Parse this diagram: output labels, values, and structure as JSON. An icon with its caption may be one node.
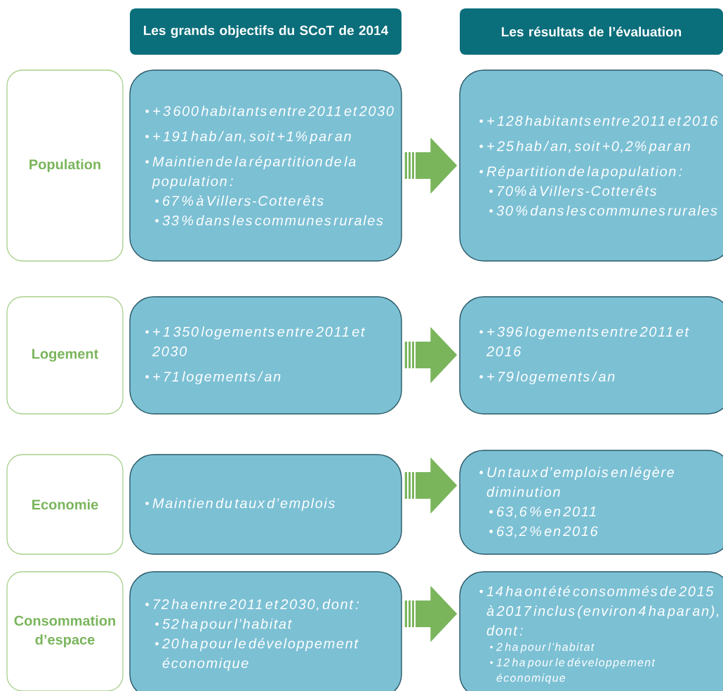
{
  "diagram": {
    "nodes": [
      {
        "text": [
          "Les grands objectifs du SCoT de 2014"
        ]
      },
      {
        "text": [
          "Les résultats de l’évaluation"
        ]
      },
      {
        "text": [
          "Population"
        ]
      },
      {
        "text": [
          "+ 3 600 habitants entre 2011 et 2030",
          "+ 191 hab / an, soit +1% par an",
          "Maintien de la répartition de la population :",
          "67 % à Villers-Cotterêts",
          "33 % dans les communes rurales"
        ]
      },
      {
        "text": [
          "+ 128 habitants entre 2011 et 2016",
          "+ 25 hab / an, soit +0,2% par an",
          "Répartition de la population :",
          "70% à Villers-Cotterêts",
          "30 % dans les communes rurales"
        ]
      },
      {
        "text": [
          "Logement"
        ]
      },
      {
        "text": [
          "+ 1 350 logements entre 2011 et 2030",
          "+ 71 logements / an"
        ]
      },
      {
        "text": [
          "+ 396 logements entre 2011 et 2016",
          "+ 79 logements / an"
        ]
      },
      {
        "text": [
          "Economie"
        ]
      },
      {
        "text": [
          "Maintien du taux d’emplois"
        ]
      },
      {
        "text": [
          "Un taux d’emplois en légère diminution",
          "63,6 % en 2011",
          "63,2 % en 2016"
        ]
      },
      {
        "text": [
          "Consommation d’espace"
        ]
      },
      {
        "text": [
          "72 ha entre 2011 et 2030, dont :",
          "52 ha pour l’habitat",
          "20 ha pour le développement économique"
        ]
      },
      {
        "text": [
          "14 ha ont été consommés de 2015 à 2017 inclus (environ 4 ha par an), dont :",
          "2 ha pour l’habitat",
          "12 ha pour le développement économique"
        ]
      }
    ],
    "edges": [
      {
        "from": 3,
        "to": 4,
        "arrow": "to"
      },
      {
        "from": 6,
        "to": 7,
        "arrow": "to"
      },
      {
        "from": 9,
        "to": 10,
        "arrow": "to"
      },
      {
        "from": 12,
        "to": 13,
        "arrow": "to"
      }
    ]
  }
}
